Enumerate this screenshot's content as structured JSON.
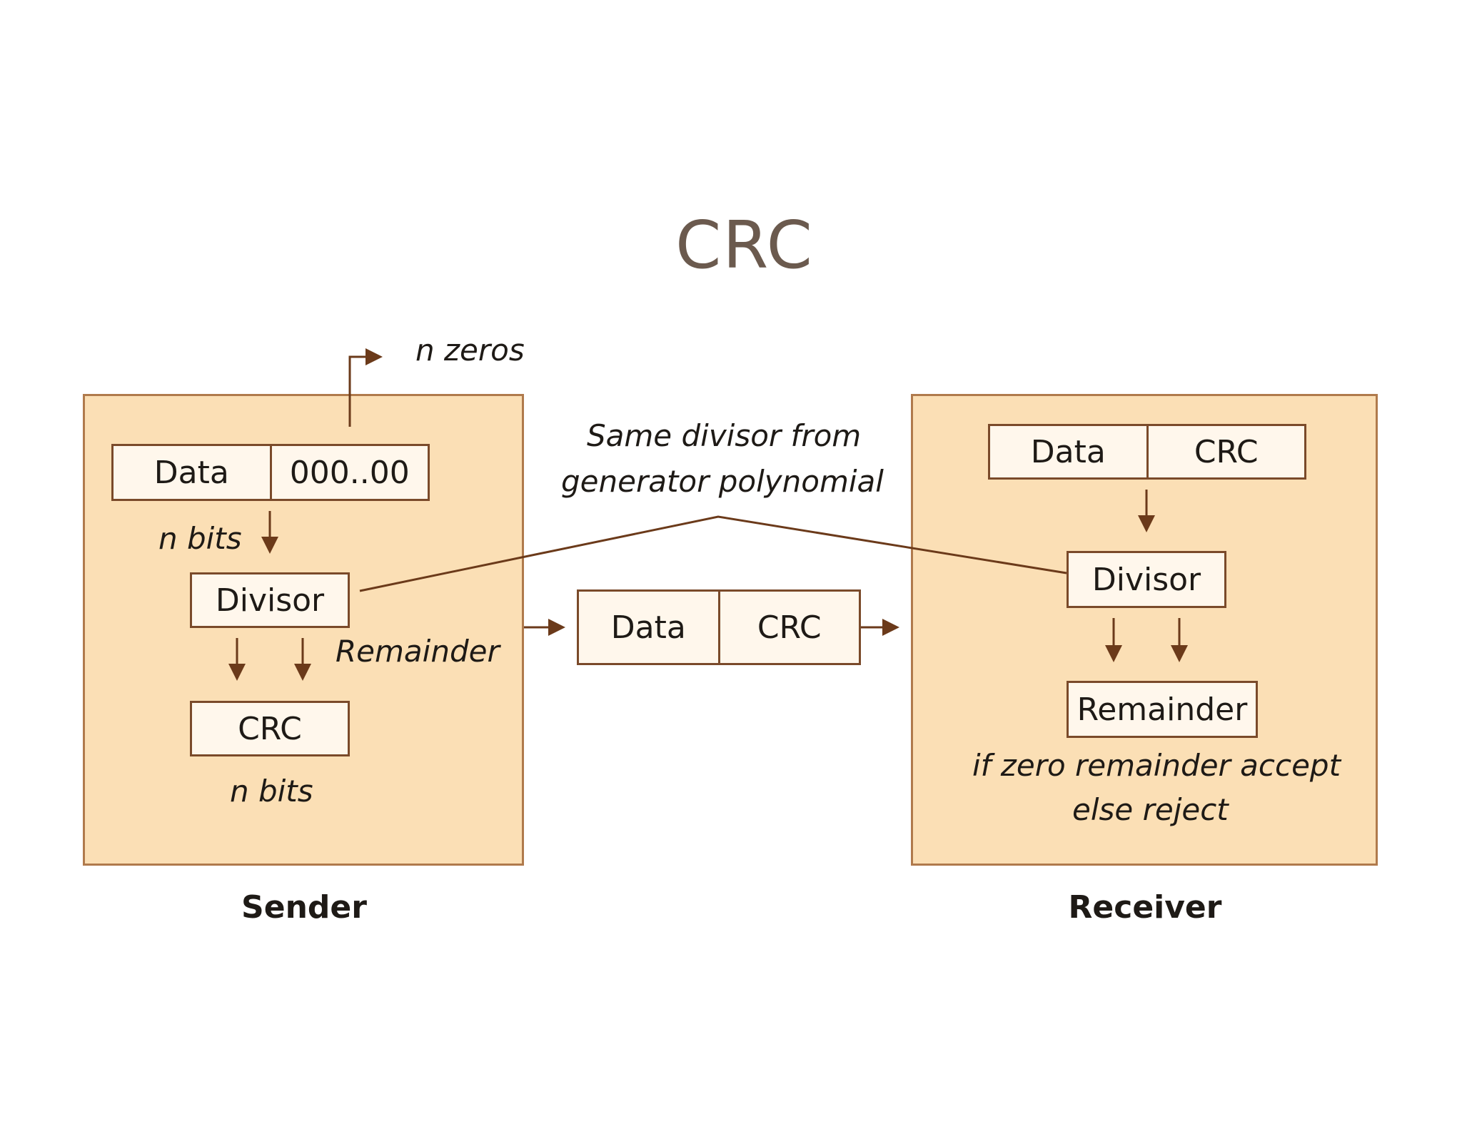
{
  "title": "CRC",
  "colors": {
    "panel_fill": "#fbdfb5",
    "arrow": "#6b3a1a",
    "title": "#6b5a4e"
  },
  "sender": {
    "label": "Sender",
    "frame": {
      "data": "Data",
      "zeros": "000..00"
    },
    "n_zeros_note": "n zeros",
    "n_bits_note": "n bits",
    "divisor": "Divisor",
    "remainder_note": "Remainder",
    "crc": "CRC",
    "crc_bits_note": "n bits"
  },
  "channel": {
    "data": "Data",
    "crc": "CRC"
  },
  "shared_note": {
    "line1": "Same divisor from",
    "line2": "generator polynomial"
  },
  "receiver": {
    "label": "Receiver",
    "frame": {
      "data": "Data",
      "crc": "CRC"
    },
    "divisor": "Divisor",
    "remainder": "Remainder",
    "decision": {
      "line1": "if zero remainder accept",
      "line2": "else reject"
    }
  }
}
